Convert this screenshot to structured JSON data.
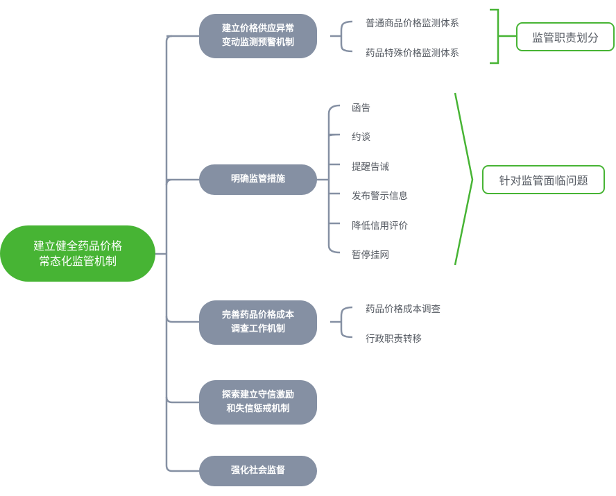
{
  "colors": {
    "root": "#47b434",
    "branch": "#8590a3",
    "connector": "#8590a3",
    "summary_accent": "#47b434",
    "leaf_text": "#555a62"
  },
  "root": {
    "label": "建立健全药品价格\n常态化监管机制"
  },
  "branches": [
    {
      "label": "建立价格供应异常\n变动监测预警机制",
      "children": [
        "普通商品价格监测体系",
        "药品特殊价格监测体系"
      ]
    },
    {
      "label": "明确监管措施",
      "children": [
        "函告",
        "约谈",
        "提醒告诫",
        "发布警示信息",
        "降低信用评价",
        "暂停挂网"
      ]
    },
    {
      "label": "完善药品价格成本\n调查工作机制",
      "children": [
        "药品价格成本调查",
        "行政职责转移"
      ]
    },
    {
      "label": "探索建立守信激励\n和失信惩戒机制",
      "children": []
    },
    {
      "label": "强化社会监督",
      "children": []
    }
  ],
  "summaries": [
    {
      "label": "监管职责划分",
      "covers_branch": 0
    },
    {
      "label": "针对监管面临问题",
      "covers_branch": 1
    }
  ]
}
